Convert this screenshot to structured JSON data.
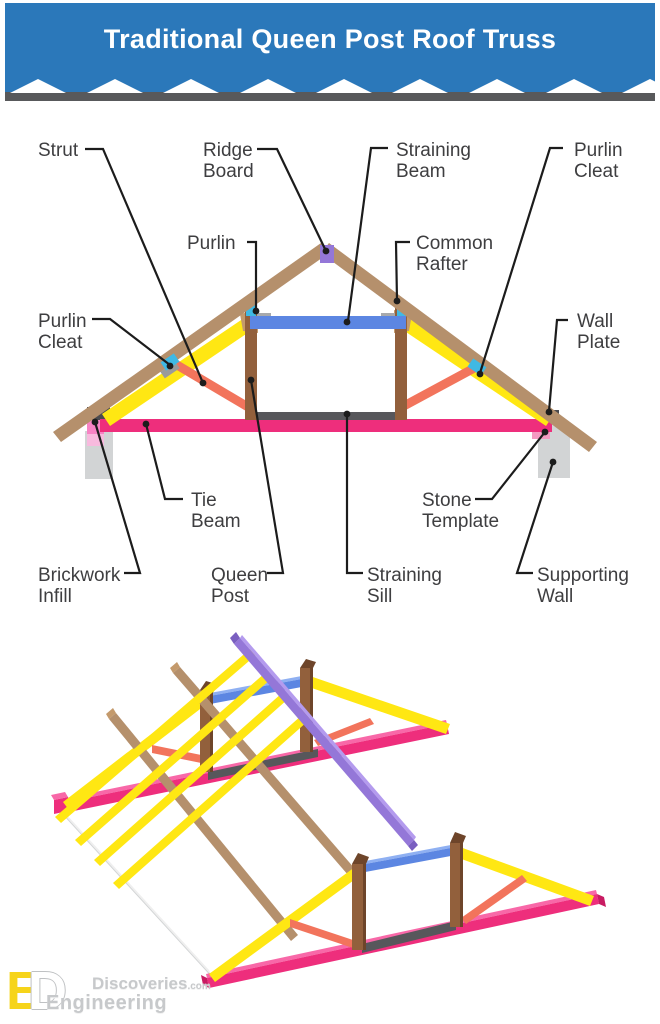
{
  "header": {
    "title": "Traditional Queen Post Roof Truss"
  },
  "labels": {
    "strut": {
      "lines": [
        "Strut"
      ]
    },
    "ridge_board": {
      "lines": [
        "Ridge",
        "Board"
      ]
    },
    "straining_beam": {
      "lines": [
        "Straining",
        "Beam"
      ]
    },
    "purlin_cleat_right": {
      "lines": [
        "Purlin",
        "Cleat"
      ]
    },
    "purlin": {
      "lines": [
        "Purlin"
      ]
    },
    "common_rafter": {
      "lines": [
        "Common",
        "Rafter"
      ]
    },
    "purlin_cleat_left": {
      "lines": [
        "Purlin",
        "Cleat"
      ]
    },
    "wall_plate": {
      "lines": [
        "Wall",
        "Plate"
      ]
    },
    "tie_beam": {
      "lines": [
        "Tie",
        "Beam"
      ]
    },
    "stone_template": {
      "lines": [
        "Stone",
        "Template"
      ]
    },
    "brickwork_infill": {
      "lines": [
        "Brickwork",
        "Infill"
      ]
    },
    "queen_post": {
      "lines": [
        "Queen",
        "Post"
      ]
    },
    "straining_sill": {
      "lines": [
        "Straining",
        "Sill"
      ]
    },
    "supporting_wall": {
      "lines": [
        "Supporting",
        "Wall"
      ]
    }
  },
  "logo": {
    "mark_e": "E",
    "mark_d": "D",
    "site_top": "Discoveries",
    "site_top_suffix": ".com",
    "site_bottom": "Engineering"
  },
  "colors": {
    "header_bg": "#2b78ba",
    "header_strip": "#58595b",
    "text": "#3e3e40",
    "leader": "#1c1c1c",
    "rafter_tan": "#b5906c",
    "yellow": "#ffe713",
    "post_brown": "#92603c",
    "post_brown_dark": "#6e452a",
    "post_cap": "#c49a6c",
    "post_gray_cap": "#a7a9ac",
    "beam_blue": "#5c86e2",
    "beam_blue_light": "#8fb0f2",
    "strut_orange": "#f2745c",
    "ridge_purple": "#9477d8",
    "ridge_purple_light": "#b49bee",
    "ridge_purple_dark": "#7a5fc0",
    "cleat_cyan": "#3fb9e4",
    "cleat_shadow": "#9a9a9a",
    "tie_pink": "#ee2e7c",
    "tie_pink_light": "#f868a8",
    "tie_pink_dark": "#c81b62",
    "sill_dark": "#57575b",
    "wallplate_dark": "#4a4a4e",
    "wall_gray": "#d2d4d5",
    "wall_gray_light": "#efefef",
    "brick_pink": "#f783c4",
    "brick_pink_light": "#f8bade",
    "stone_pink": "#f49ac1",
    "logo_gray": "#c7c9cb",
    "logo_yellow": "#f6d41a"
  }
}
